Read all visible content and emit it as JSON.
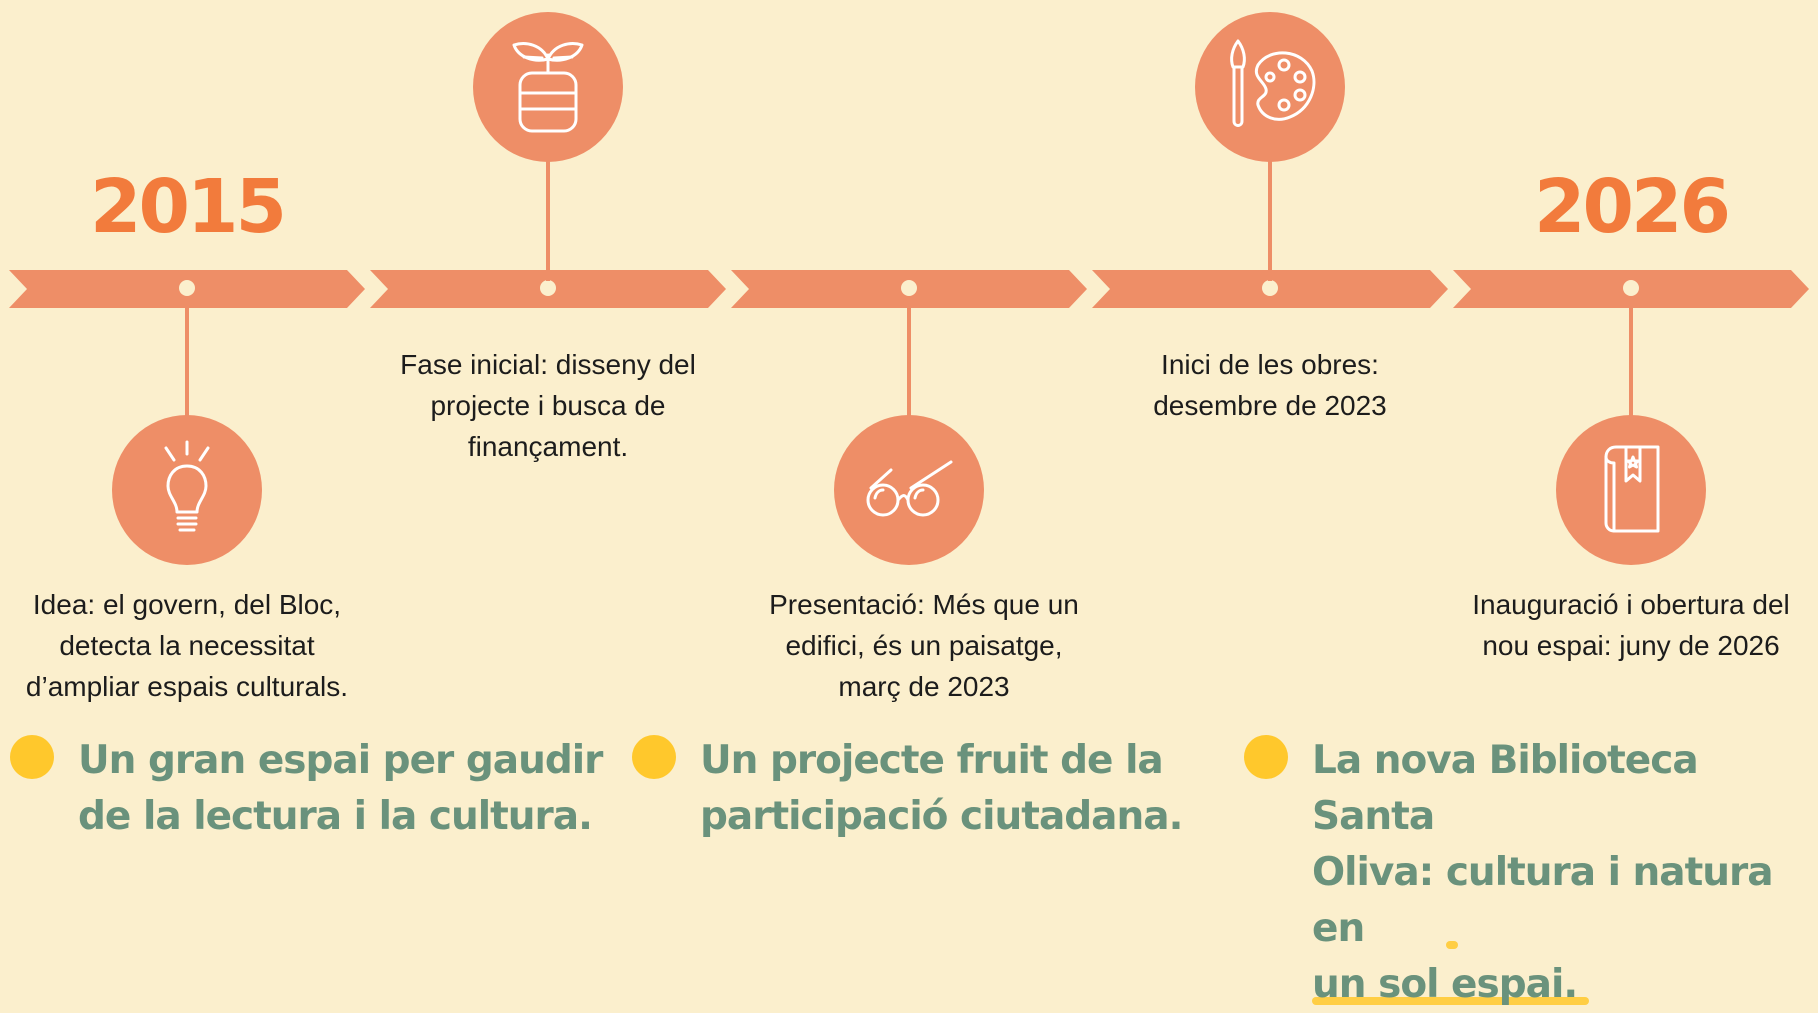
{
  "years": {
    "start": "2015",
    "end": "2026"
  },
  "colors": {
    "background": "#fbefcd",
    "accent": "#ee8e67",
    "year": "#f27b3c",
    "tagline": "#6a927c",
    "bullet": "#ffc82c",
    "text": "#1c1c1c"
  },
  "milestones": [
    {
      "icon": "lightbulb-icon",
      "text_lines": [
        "Idea: el govern, del Bloc,",
        "detecta la necessitat",
        "d’ampliar espais culturals."
      ]
    },
    {
      "icon": "plant-pot-icon",
      "text_lines": [
        "Fase inicial: disseny del",
        "projecte i busca de",
        "finançament."
      ]
    },
    {
      "icon": "glasses-icon",
      "text_lines": [
        "Presentació: Més que un",
        "edifici, és un paisatge,",
        "març de 2023"
      ]
    },
    {
      "icon": "paint-palette-icon",
      "text_lines": [
        "Inici de les obres:",
        "desembre de 2023"
      ]
    },
    {
      "icon": "book-icon",
      "text_lines": [
        "Inauguració i obertura del",
        "nou espai: juny de 2026"
      ]
    }
  ],
  "taglines": [
    {
      "lines": [
        "Un gran espai per gaudir",
        "de la lectura i la cultura."
      ]
    },
    {
      "lines": [
        "Un projecte fruit de la",
        "participació ciutadana."
      ]
    },
    {
      "line1": "La nova Biblioteca Santa",
      "line2_pre": "Oliva: ",
      "line2_hl": "cultura i natura en",
      "line3_hl": "un sol espai."
    }
  ]
}
